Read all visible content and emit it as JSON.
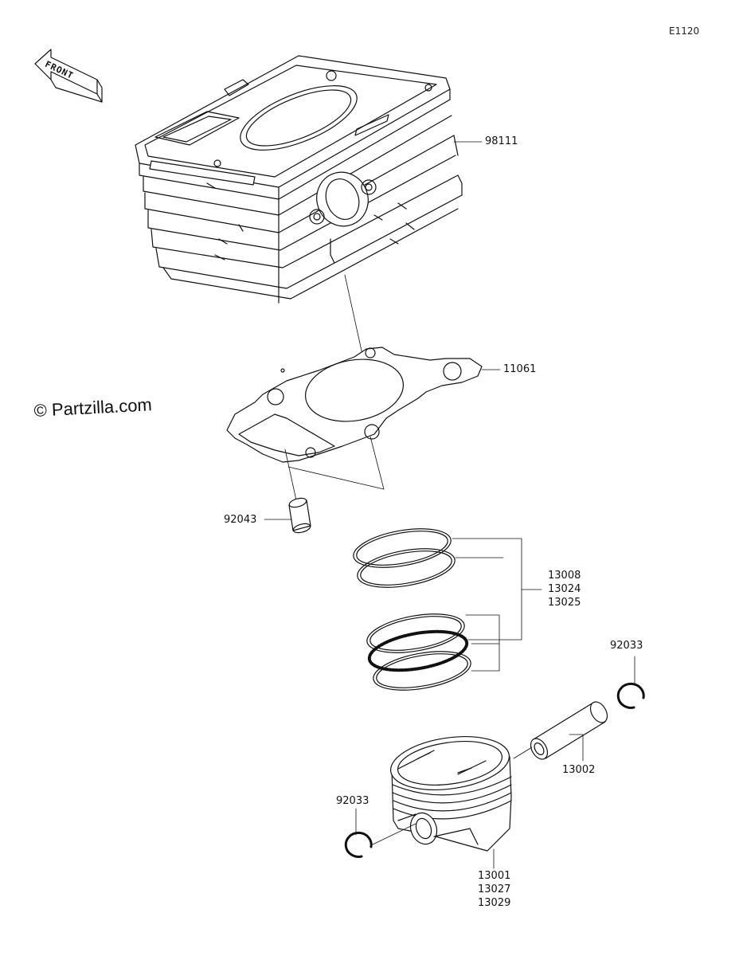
{
  "diagram_code": "E1120",
  "front_label": "FRONT",
  "watermark": "© Partzilla.com",
  "callouts": {
    "cylinder": "98111",
    "gasket": "11061",
    "dowel": "92043",
    "rings": [
      "13008",
      "13024",
      "13025"
    ],
    "clip_right": "92033",
    "pin": "13002",
    "clip_left": "92033",
    "piston": [
      "13001",
      "13027",
      "13029"
    ]
  }
}
